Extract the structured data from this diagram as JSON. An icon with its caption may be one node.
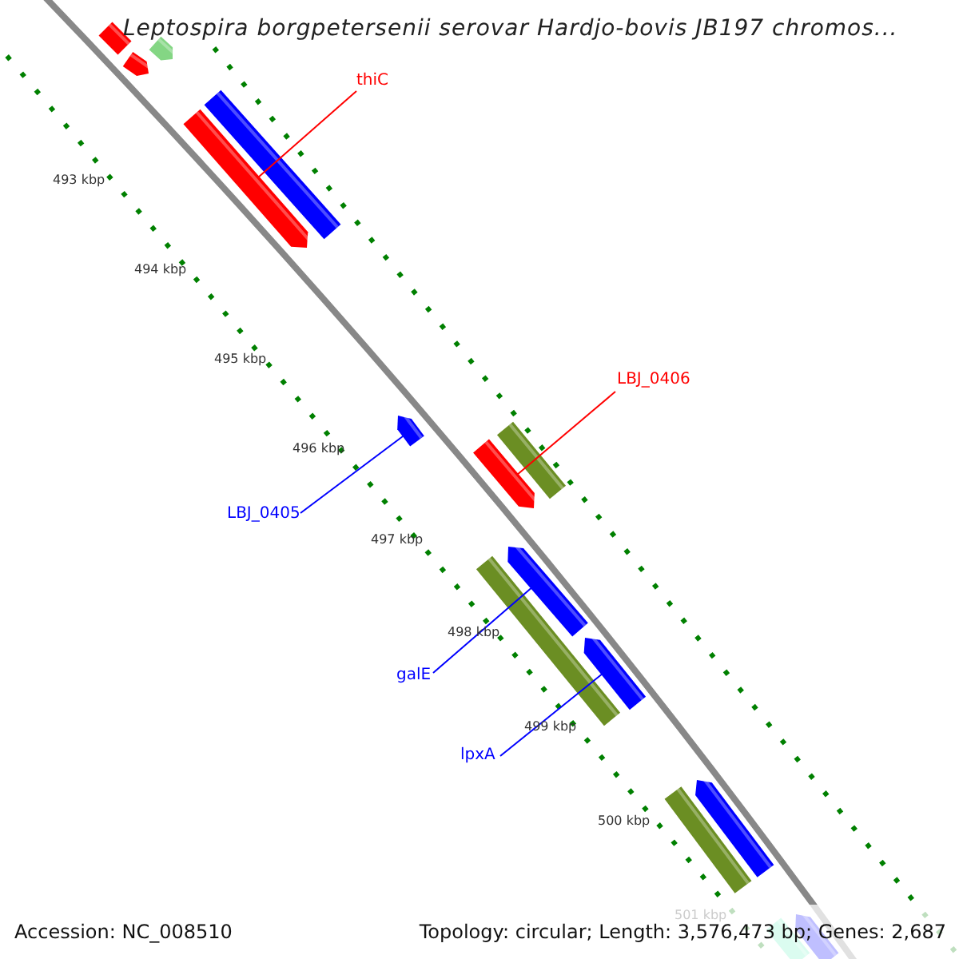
{
  "diagram": {
    "title": "Leptospira borgpetersenii serovar Hardjo-bovis JB197 chromos...",
    "nodes": [
      {
        "text": [],
        "shape": "bar"
      },
      {
        "text": [],
        "shape": "bar"
      },
      {
        "text": [],
        "shape": "bar"
      },
      {
        "text": [
          "thiC"
        ]
      },
      {
        "text": [],
        "shape": "bar"
      },
      {
        "text": [],
        "shape": "bar"
      },
      {
        "text": [
          "LBJ_0406"
        ]
      },
      {
        "text": [],
        "shape": "bar"
      },
      {
        "text": [],
        "shape": "bar"
      },
      {
        "text": [],
        "shape": "bar"
      },
      {
        "text": [
          "LBJ_0405"
        ]
      },
      {
        "text": [],
        "shape": "bar"
      },
      {
        "text": [],
        "shape": "bar"
      },
      {
        "text": [],
        "shape": "bar"
      },
      {
        "text": [
          "galE"
        ]
      },
      {
        "text": [
          "lpxA"
        ]
      },
      {
        "text": [],
        "shape": "bar"
      },
      {
        "text": [],
        "shape": "bar"
      },
      {
        "text": [],
        "shape": "bar"
      },
      {
        "text": [],
        "shape": "bar"
      }
    ],
    "edges": [
      {
        "from": 3,
        "to": 4,
        "arrow": "none",
        "color": "#ff0000"
      },
      {
        "from": 6,
        "to": 8,
        "arrow": "none",
        "color": "#ff0000"
      },
      {
        "from": 10,
        "to": 9,
        "arrow": "none",
        "color": "#0000ff"
      },
      {
        "from": 14,
        "to": 11,
        "arrow": "none",
        "color": "#0000ff"
      },
      {
        "from": 15,
        "to": 13,
        "arrow": "none",
        "color": "#0000ff"
      }
    ],
    "labels": [
      "493 kbp",
      "494 kbp",
      "495 kbp",
      "496 kbp",
      "497 kbp",
      "498 kbp",
      "499 kbp",
      "500 kbp",
      "501 kbp",
      "Accession: NC_008510",
      "Topology: circular; Length: 3,576,473 bp; Genes: 2,687"
    ]
  }
}
